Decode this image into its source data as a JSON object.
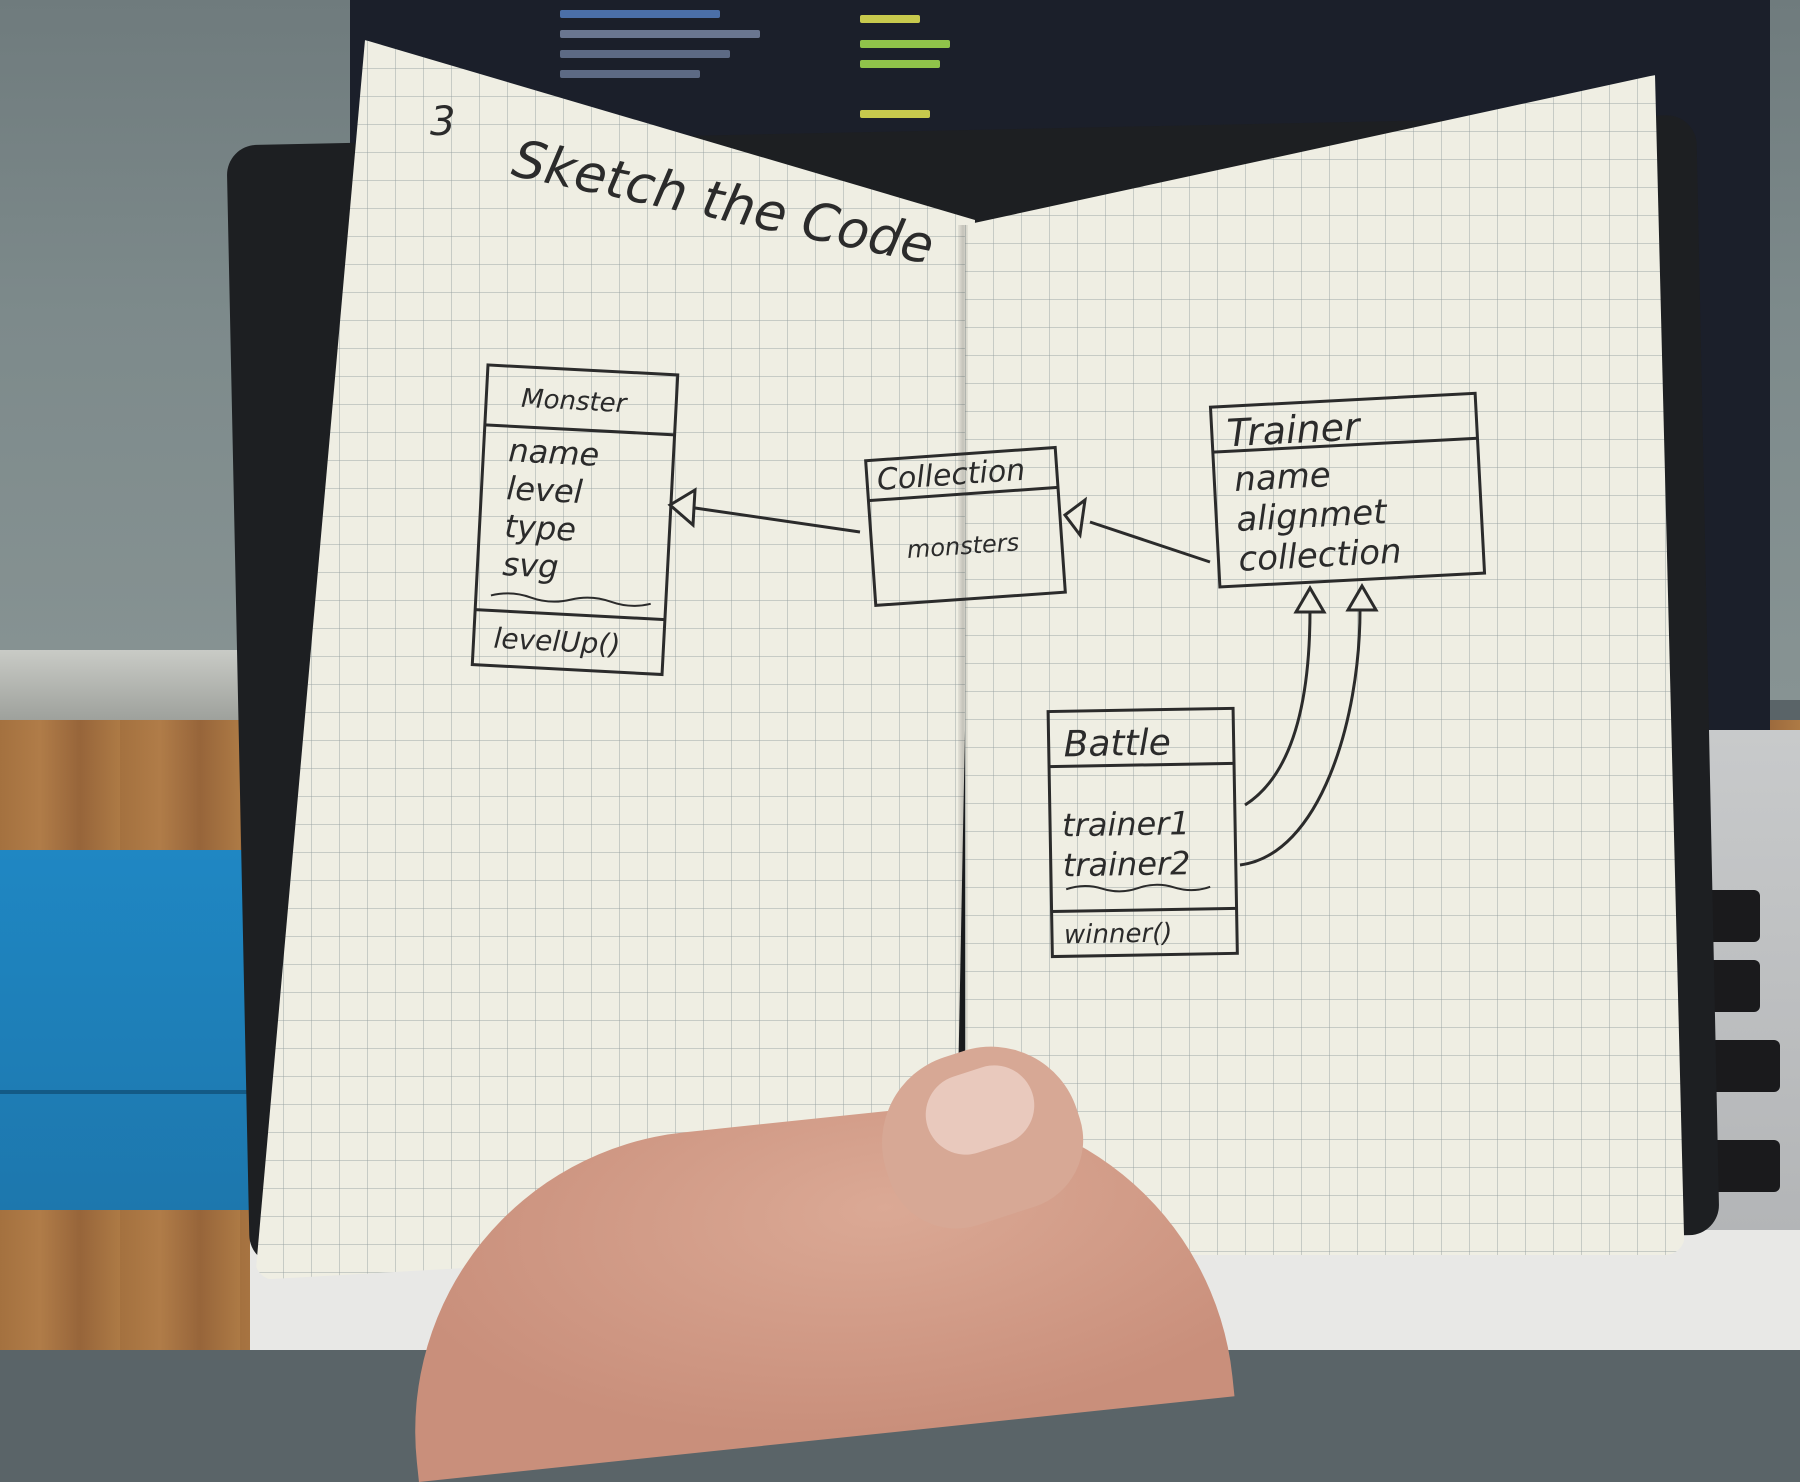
{
  "notebook": {
    "page_number": "3",
    "title": "Sketch the Code"
  },
  "diagram": {
    "monster": {
      "name": "Monster",
      "attributes": [
        "name",
        "level",
        "type",
        "svg"
      ],
      "methods": [
        "levelUp()"
      ]
    },
    "collection": {
      "name": "Collection",
      "attributes": [
        "monsters"
      ]
    },
    "trainer": {
      "name": "Trainer",
      "attributes": [
        "name",
        "alignmet",
        "collection"
      ]
    },
    "battle": {
      "name": "Battle",
      "attributes": [
        "trainer1",
        "trainer2"
      ],
      "methods": [
        "winner()"
      ]
    }
  },
  "colors": {
    "ink": "#2b2b2b",
    "paper": "#efeee3",
    "cover": "#1d1f22",
    "mat": "#1f87c3"
  }
}
